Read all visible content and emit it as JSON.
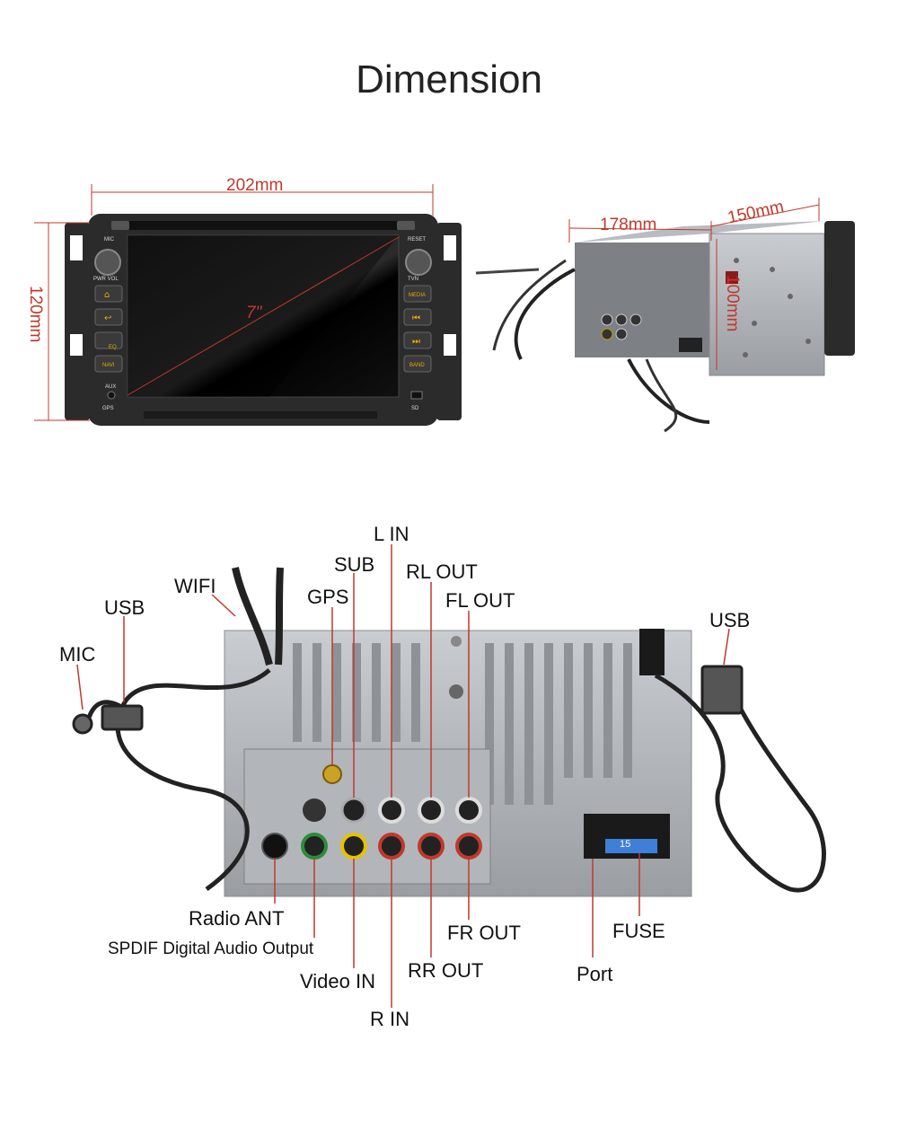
{
  "title": "Dimension",
  "front_unit": {
    "width_label": "202mm",
    "height_label": "120mm",
    "screen_size_label": "7\"",
    "button_labels": {
      "mic": "MIC",
      "reset": "RESET",
      "pwr_vol": "PWR VOL",
      "tvn": "TVN",
      "home": "⌂",
      "back": "↩",
      "eq": "EQ",
      "navi": "NAVI",
      "media": "MEDIA",
      "prev": "⏮",
      "next": "⏭",
      "band": "BAND",
      "aux": "AUX",
      "gps": "GPS",
      "sd": "SD"
    }
  },
  "side_unit": {
    "length_label": "178mm",
    "depth_label": "150mm",
    "height_label": "100mm"
  },
  "connections": {
    "left_top": [
      "WIFI",
      "USB",
      "MIC"
    ],
    "top_ports": [
      "GPS",
      "SUB",
      "L IN",
      "RL OUT",
      "FL OUT"
    ],
    "right_top": [
      "USB"
    ],
    "bottom_left": [
      "Radio ANT",
      "SPDIF Digital Audio Output"
    ],
    "bottom_center": [
      "Video IN",
      "R IN",
      "RR OUT",
      "FR OUT"
    ],
    "bottom_right": [
      "Port",
      "FUSE"
    ],
    "fuse_value": "15"
  },
  "colors": {
    "dimension": "#c0392b",
    "unit_body": "#2b2b2b",
    "panel": "#a9adb2"
  }
}
